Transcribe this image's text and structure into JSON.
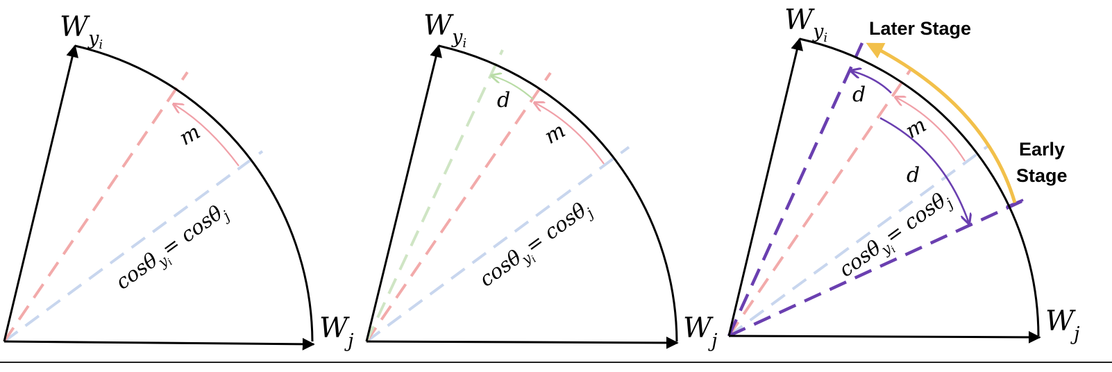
{
  "panels": [
    {
      "name": "panel-1",
      "axis_x_label": {
        "base": "W",
        "sub": "j"
      },
      "axis_y_label": {
        "base": "W",
        "sub": "y",
        "subsub": "i"
      },
      "equation": {
        "left": "cosθ",
        "left_sub": "y",
        "left_subsub": "i",
        "right": "= cosθ",
        "right_sub": "j"
      },
      "margin_label": "m"
    },
    {
      "name": "panel-2",
      "axis_x_label": {
        "base": "W",
        "sub": "j"
      },
      "axis_y_label": {
        "base": "W",
        "sub": "y",
        "subsub": "i"
      },
      "equation": {
        "left": "cosθ",
        "left_sub": "y",
        "left_subsub": "i",
        "right": "= cosθ",
        "right_sub": "j"
      },
      "margin_label": "m",
      "delta_label": "d"
    },
    {
      "name": "panel-3",
      "axis_x_label": {
        "base": "W",
        "sub": "j"
      },
      "axis_y_label": {
        "base": "W",
        "sub": "y",
        "subsub": "i"
      },
      "equation": {
        "left": "cosθ",
        "left_sub": "y",
        "left_subsub": "i",
        "right": "= cosθ",
        "right_sub": "j"
      },
      "margin_label": "m",
      "delta_label_upper": "d",
      "delta_label_lower": "d",
      "later_stage_label": "Later Stage",
      "early_stage_line1": "Early",
      "early_stage_line2": "Stage"
    }
  ],
  "colors": {
    "axis": "#000000",
    "decision_boundary": "#c8d6ee",
    "margin": "#f2aaaa",
    "margin_arrow": "#f0a0a8",
    "delta": "#cfe5c4",
    "purple": "#6a3fb0",
    "stage_arrow": "#f2c04a"
  }
}
